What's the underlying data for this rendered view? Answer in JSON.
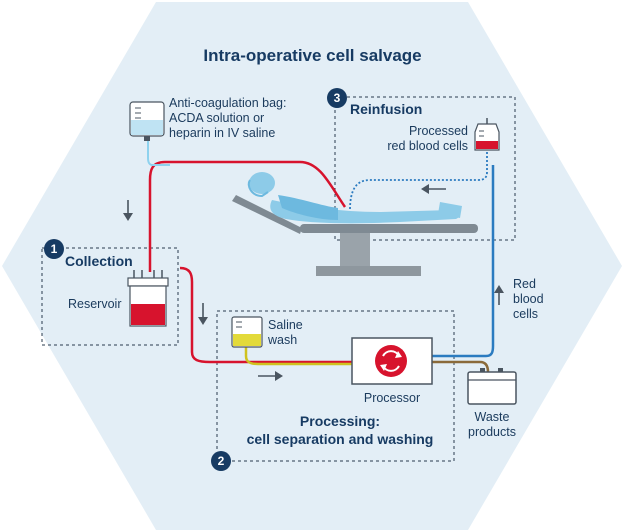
{
  "title": "Intra-operative cell salvage",
  "steps": {
    "collection": {
      "number": "1",
      "heading": "Collection",
      "reservoir_label": "Reservoir"
    },
    "processing": {
      "number": "2",
      "heading_line1": "Processing:",
      "heading_line2": "cell separation and washing",
      "processor_label": "Processor",
      "saline_line1": "Saline",
      "saline_line2": "wash"
    },
    "reinfusion": {
      "number": "3",
      "heading": "Reinfusion",
      "processed_line1": "Processed",
      "processed_line2": "red blood cells"
    }
  },
  "anticoag": {
    "line1": "Anti-coagulation bag:",
    "line2": "ACDA solution or",
    "line3": "heparin in IV saline"
  },
  "waste": {
    "line1": "Waste",
    "line2": "products"
  },
  "rbc": {
    "line1": "Red",
    "line2": "blood",
    "line3": "cells"
  },
  "colors": {
    "background_hex": "#e3eef6",
    "blood": "#d7132d",
    "blue_line": "#2b7bc0",
    "saline": "#cfc21e",
    "dark_blue": "#173b63"
  }
}
